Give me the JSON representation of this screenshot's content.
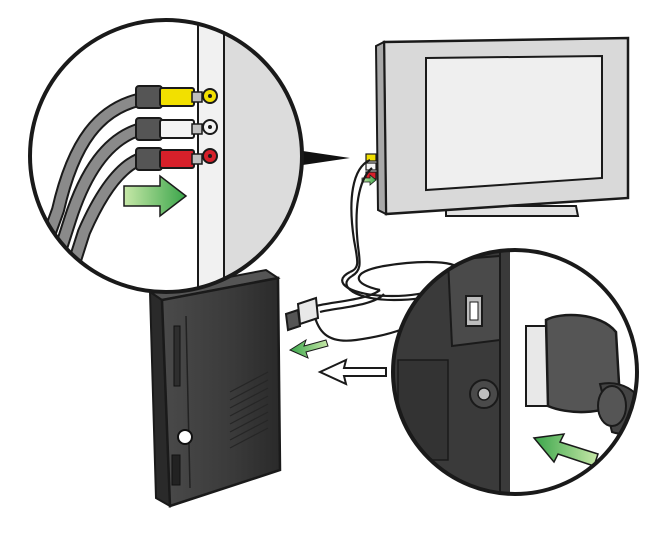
{
  "diagram": {
    "kind": "connection-illustration",
    "colors": {
      "outline": "#1a1a1a",
      "console": "#3e3e3e",
      "console_dark": "#2a2a2a",
      "tv_frame": "#d9d9d9",
      "tv_screen": "#efefef",
      "port_panel": "#dcdcdc",
      "cable": "#555555",
      "plug_yellow": "#f2e000",
      "plug_white": "#f4f4f4",
      "plug_red": "#d6202a",
      "arrow_green_light": "#9bd46a",
      "arrow_green_dark": "#3aa54a",
      "arrow_hollow": "#ffffff"
    },
    "connectors": [
      "yellow",
      "white",
      "red"
    ],
    "icons": [
      "av-cable-plug-icon",
      "av-port-icon",
      "green-arrow-icon",
      "hollow-arrow-icon"
    ]
  }
}
